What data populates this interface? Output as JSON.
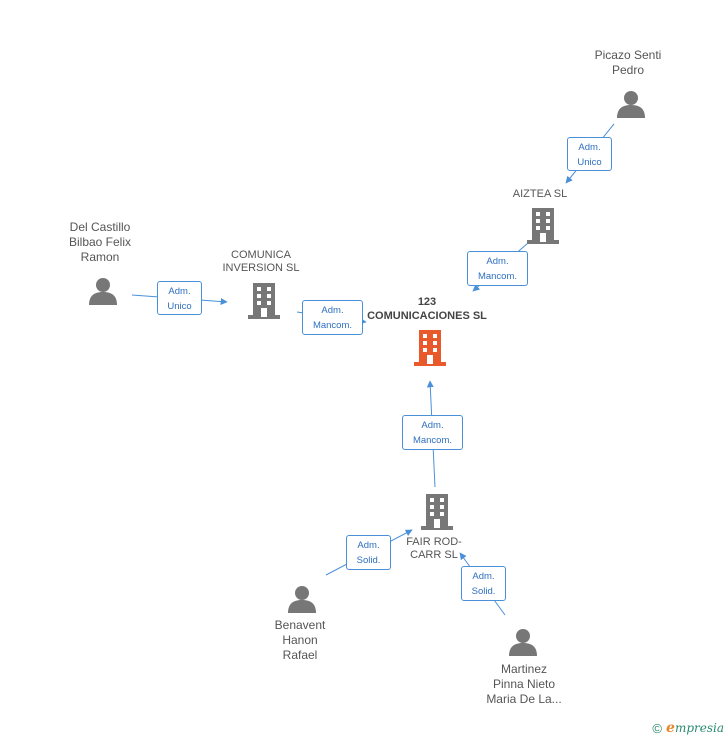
{
  "colors": {
    "edge": "#4a90d9",
    "person": "#777777",
    "company": "#777777",
    "main_company": "#e85a2b"
  },
  "nodes": {
    "picazo": {
      "label": "Picazo Senti\nPedro",
      "kind": "person"
    },
    "aiztea": {
      "label": "AIZTEA SL",
      "kind": "company"
    },
    "delcastillo": {
      "label": "Del Castillo\nBilbao Felix\nRamon",
      "kind": "person"
    },
    "comunica": {
      "label": "COMUNICA\nINVERSION SL",
      "kind": "company"
    },
    "main": {
      "label": "123\nCOMUNICACIONES SL",
      "kind": "main-company"
    },
    "fair": {
      "label": "FAIR ROD-\nCARR SL",
      "kind": "company"
    },
    "benavent": {
      "label": "Benavent\nHanon\nRafael",
      "kind": "person"
    },
    "martinez": {
      "label": "Martinez\nPinna Nieto\nMaria De La...",
      "kind": "person"
    }
  },
  "edges": {
    "picazo_aiztea": {
      "line1": "Adm.",
      "line2": "Unico"
    },
    "aiztea_main": {
      "line1": "Adm.",
      "line2": "Mancom."
    },
    "delcastillo_comunica": {
      "line1": "Adm.",
      "line2": "Unico"
    },
    "comunica_main": {
      "line1": "Adm.",
      "line2": "Mancom."
    },
    "fair_main": {
      "line1": "Adm.",
      "line2": "Mancom."
    },
    "benavent_fair": {
      "line1": "Adm.",
      "line2": "Solid."
    },
    "martinez_fair": {
      "line1": "Adm.",
      "line2": "Solid."
    }
  },
  "footer": {
    "copyright": "©",
    "brand_first": "e",
    "brand_rest": "mpresia"
  }
}
